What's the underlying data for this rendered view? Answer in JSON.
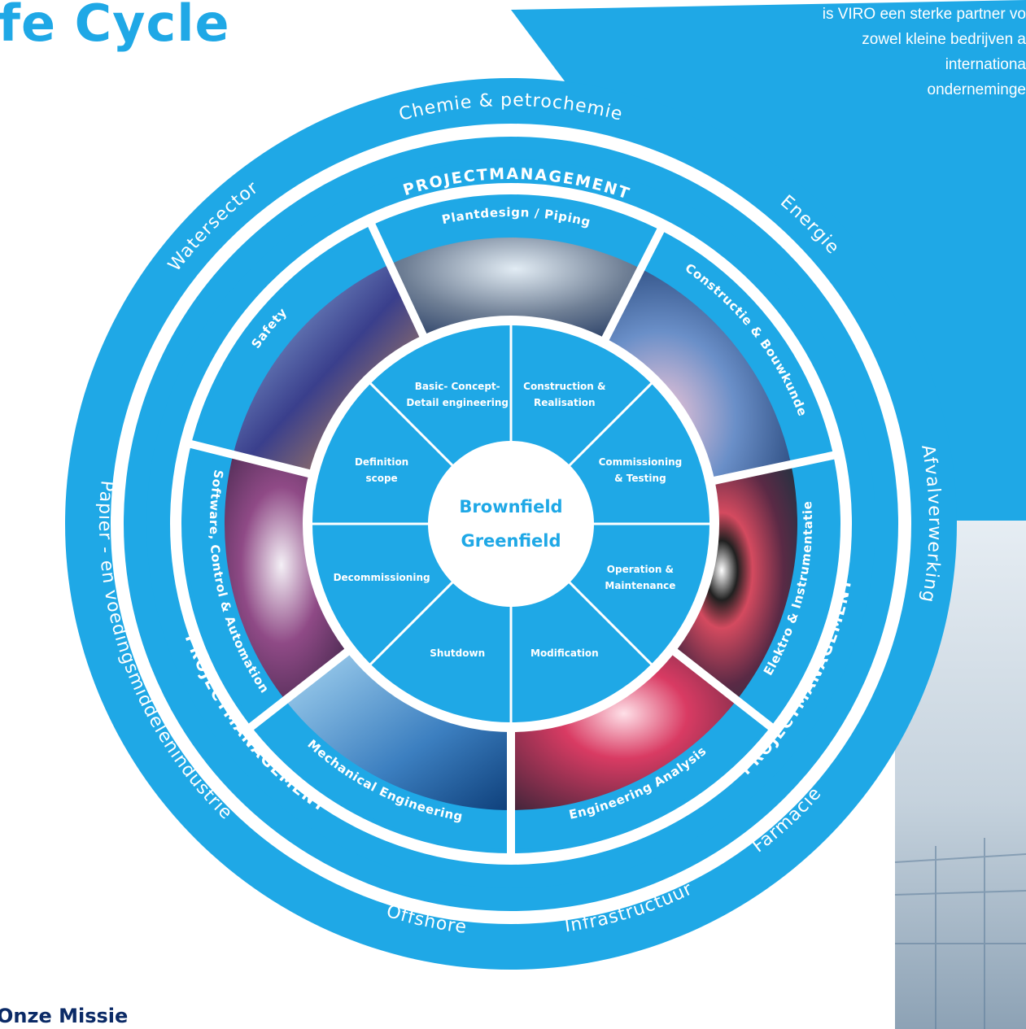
{
  "title": "fe Cycle",
  "intro_lines": [
    "is VIRO een sterke partner vo",
    "zowel kleine bedrijven a",
    "internationa",
    "onderneminge"
  ],
  "mission_heading": "Onze Missie",
  "sectors": [
    "Chemie & petrochemie",
    "Energie",
    "Afvalverwerking",
    "Farmacie",
    "Infrastructuur",
    "Offshore",
    "Papier - en voedingsmiddelenindustrie",
    "Watersector"
  ],
  "projectmanagement_label": "PROJECTMANAGEMENT",
  "disciplines": [
    "Plantdesign / Piping",
    "Constructie & Bouwkunde",
    "Elektro & Instrumentatie",
    "Engineering Analysis",
    "Mechanical Engineering",
    "Software, Control & Automation",
    "Safety"
  ],
  "phases": [
    [
      "Construction &",
      "Realisation"
    ],
    [
      "Commissioning",
      "& Testing"
    ],
    [
      "Operation &",
      "Maintenance"
    ],
    [
      "Modification"
    ],
    [
      "Shutdown"
    ],
    [
      "Decommissioning"
    ],
    [
      "Definition",
      "scope"
    ],
    [
      "Basic- Concept-",
      "Detail engineering"
    ]
  ],
  "center_lines": [
    "Brownfield",
    "Greenfield"
  ],
  "colors": {
    "primary": "#1fa8e6",
    "ring_dark": "#1590d2",
    "white": "#ffffff",
    "title": "#1fa8e6",
    "mission": "#0b2a66"
  }
}
